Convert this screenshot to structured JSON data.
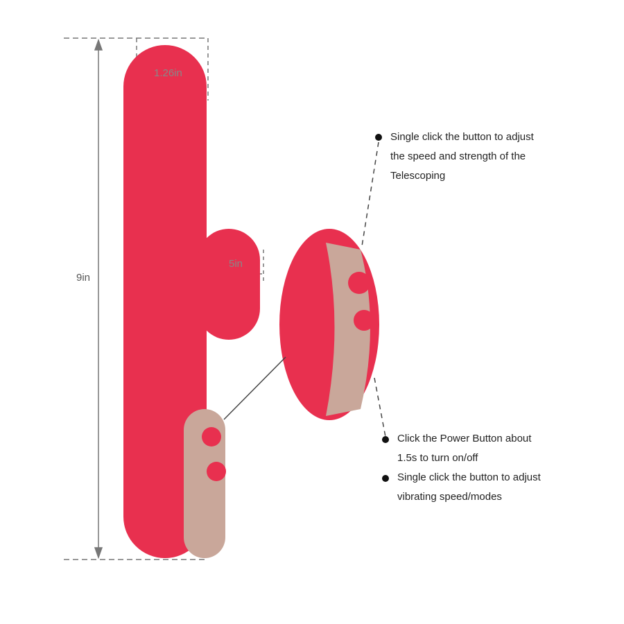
{
  "diagram": {
    "type": "product-dimension-diagram",
    "accent_color": "#e8304f",
    "metal_color": "#c9a79a",
    "dimensions": {
      "height_label": "9in",
      "top_width_label": "1.26in",
      "mid_width_label": "5in"
    },
    "callouts": [
      {
        "id": "telescoping",
        "lines": [
          "Single click the button to adjust",
          "the speed and strength of the",
          "Telescoping"
        ]
      },
      {
        "id": "power",
        "lines": [
          "Click the Power Button about",
          "1.5s to turn on/off"
        ]
      },
      {
        "id": "vibration",
        "lines": [
          "Single click the button to adjust",
          "vibrating speed/modes"
        ]
      }
    ]
  }
}
